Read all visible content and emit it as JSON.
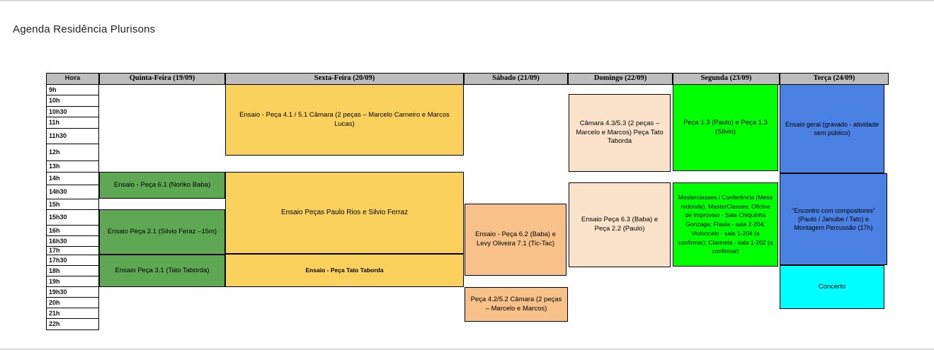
{
  "page": {
    "title": "Agenda Residência Plurisons"
  },
  "colors": {
    "header_bg": "#bdbdbd",
    "quinta_green": "#5fa853",
    "sexta_yellow": "#fbd15e",
    "sabado_peach": "#f7c189",
    "domingo_peach": "#fbe2ca",
    "segunda_green": "#00ff00",
    "terca_blue": "#4b81e3",
    "concerto_cyan": "#00ffff",
    "border": "#000000"
  },
  "table": {
    "hour_header": "Hora",
    "day_headers": [
      {
        "id": "quinta",
        "label": "Quinta-Feira (19/09)"
      },
      {
        "id": "sexta",
        "label": "Sexta-Feira (20/09)"
      },
      {
        "id": "sabado",
        "label": "Sábado (21/09)"
      },
      {
        "id": "domingo",
        "label": "Domingo (22/09)"
      },
      {
        "id": "segunda",
        "label": "Segunda (23/09)"
      },
      {
        "id": "terca",
        "label": "Terça (24/09)"
      }
    ],
    "hours": [
      "9h",
      "10h",
      "10h30",
      "11h",
      "11h30",
      "12h",
      "13h",
      "14h",
      "14h30",
      "15h",
      "15h30",
      "16h",
      "16h30",
      "17h",
      "17h30",
      "18h",
      "19h",
      "19h30",
      "20h",
      "21h",
      "22h"
    ],
    "events": [
      {
        "id": "ev-quinta-1",
        "day": "quinta",
        "color": "quinta_green",
        "label": "Ensaio - Peça 6.1 (Noriko Baba)"
      },
      {
        "id": "ev-quinta-2",
        "day": "quinta",
        "color": "quinta_green",
        "label": "Ensaio Peça 2.1 (Silvio Feraz –15m)"
      },
      {
        "id": "ev-quinta-3",
        "day": "quinta",
        "color": "quinta_green",
        "label": "Ensaio Peça 3.1 (Tato Taborda)"
      },
      {
        "id": "ev-sexta-1",
        "day": "sexta",
        "color": "sexta_yellow",
        "label": "Ensaio - Peça 4.1 / 5.1 Câmara (2 peças – Marcelo Carneiro e Marcos Lucas)"
      },
      {
        "id": "ev-sexta-2",
        "day": "sexta",
        "color": "sexta_yellow",
        "label": "Ensaio Peças Paulo Rios e Silvio Ferraz"
      },
      {
        "id": "ev-sexta-3",
        "day": "sexta",
        "color": "sexta_yellow",
        "label": "Ensaio - Peça Tato Taborda"
      },
      {
        "id": "ev-sabado-1",
        "day": "sabado",
        "color": "sabado_peach",
        "label": "Ensaio - Peça 6.2 (Baba) e Levy Oliveira 7.1 (Tic-Tac)"
      },
      {
        "id": "ev-sabado-2",
        "day": "sabado",
        "color": "sabado_peach",
        "label": "Peça 4.2/5.2 Câmara (2 peças – Marcelo e Marcos)"
      },
      {
        "id": "ev-domingo-1",
        "day": "domingo",
        "color": "domingo_peach",
        "label": "Câmara 4.3/5.3 (2 peças – Marcelo e Marcos) Peça Tato Taborda"
      },
      {
        "id": "ev-domingo-2",
        "day": "domingo",
        "color": "domingo_peach",
        "label": "Ensaio Peça 6.3 (Baba) e Peça 2.2 (Paulo)"
      },
      {
        "id": "ev-segunda-1",
        "day": "segunda",
        "color": "segunda_green",
        "label": "Peça 1.3 (Paulo) e Peça 1.3 (Silvio)"
      },
      {
        "id": "ev-segunda-2",
        "day": "segunda",
        "color": "segunda_green",
        "label": "Masterclasses / Conferência (Mesa redonda). MasterClasses: Oficina de Improviso - Sala Chiquinha Gonzaga; Flauta - sala 2-204; Violoncelo - sala 1-204 (a confirmar); Clarineta - sala 1-202 (a confirmar)"
      },
      {
        "id": "ev-terca-1",
        "day": "terca",
        "color": "terca_blue",
        "label": "Ensaio geral (gravado - atividade sem público)"
      },
      {
        "id": "ev-terca-2",
        "day": "terca",
        "color": "terca_blue",
        "label": "“Encontro com compositores” (Paulo / Januibe / Tato) e Montagem Percussão (17h)"
      },
      {
        "id": "ev-terca-3",
        "day": "terca",
        "color": "concerto_cyan",
        "label": "Concerto"
      }
    ]
  }
}
